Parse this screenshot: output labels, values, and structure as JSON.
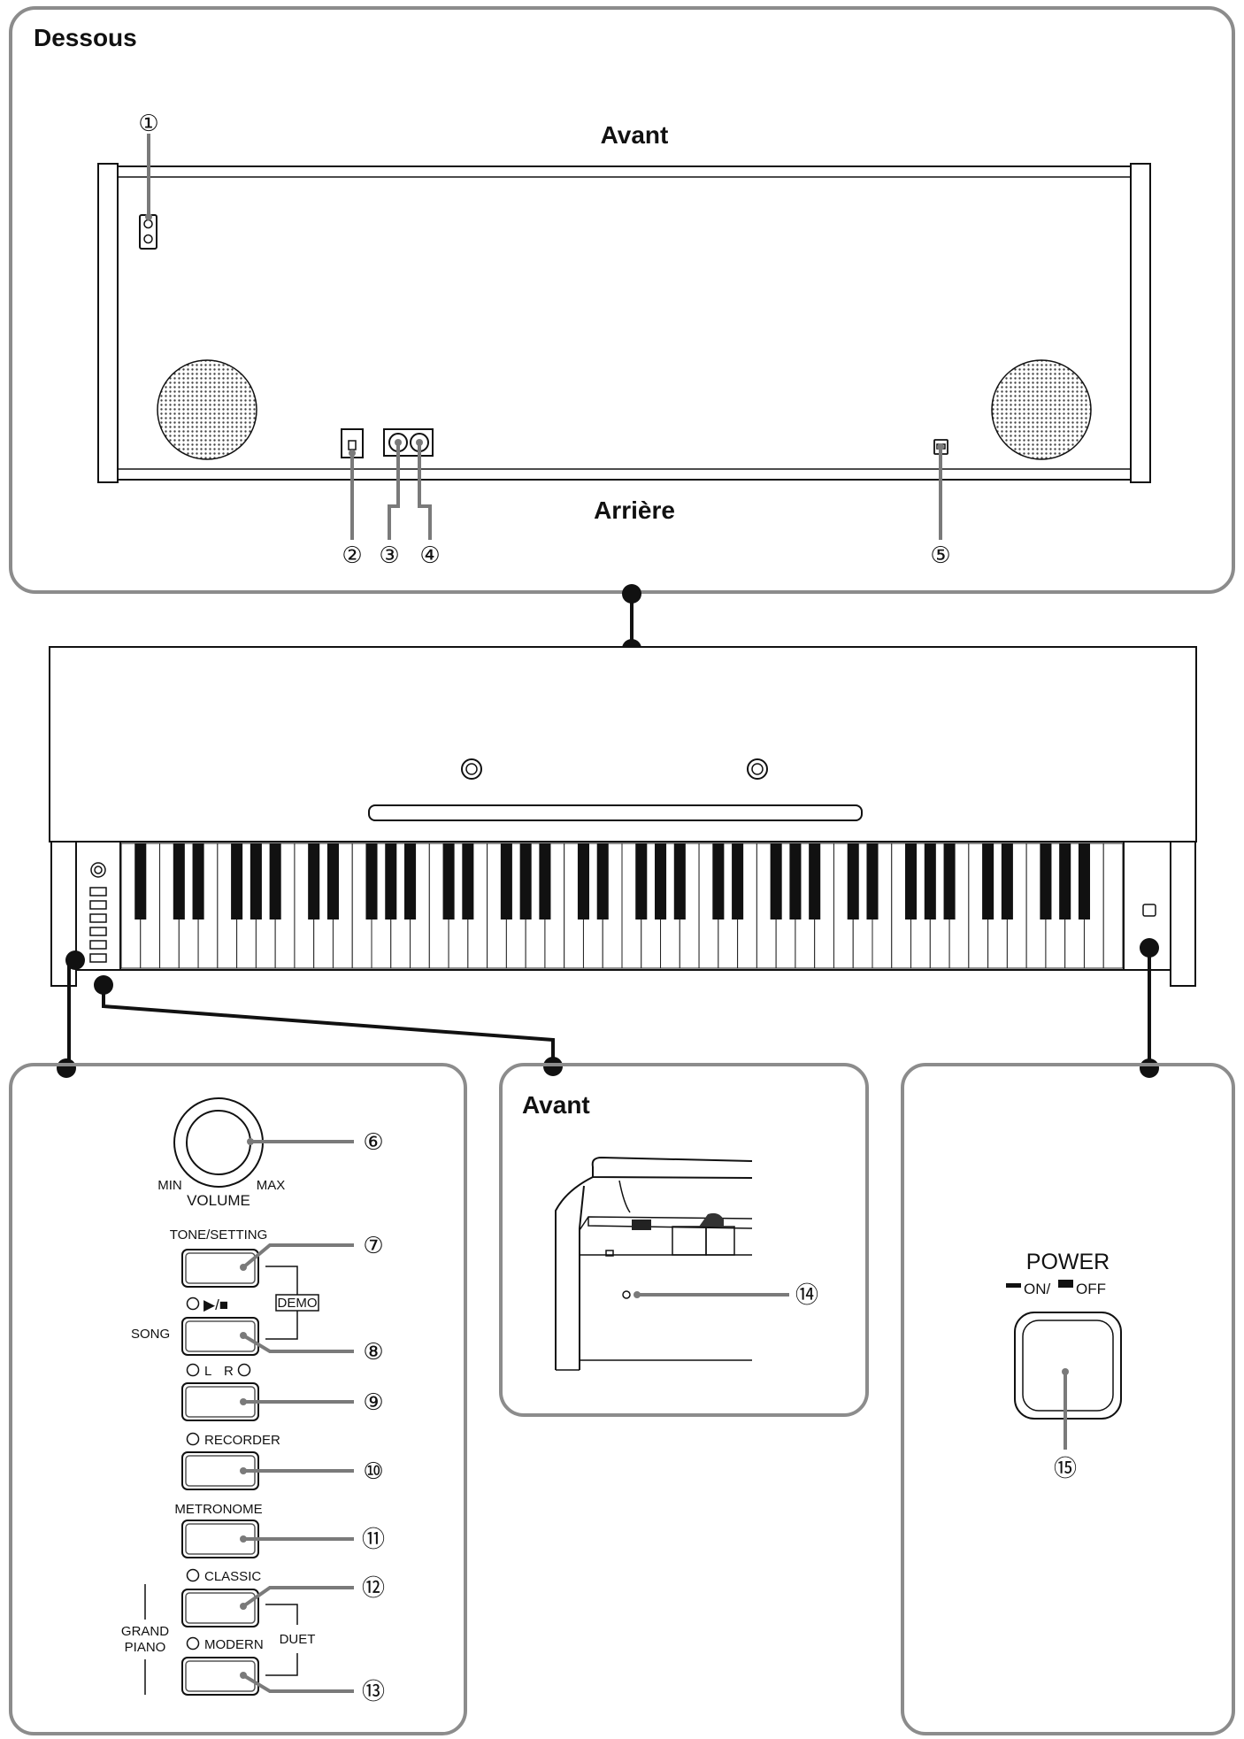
{
  "sections": {
    "bottom_title": "Dessous",
    "front_top": "Avant",
    "rear": "Arrière",
    "front_panel_title": "Avant"
  },
  "callouts": [
    "①",
    "②",
    "③",
    "④",
    "⑤",
    "⑥",
    "⑦",
    "⑧",
    "⑨",
    "⑩",
    "⑪",
    "⑫",
    "⑬",
    "⑭",
    "⑮"
  ],
  "controls": {
    "volume": "VOLUME",
    "min": "MIN",
    "max": "MAX",
    "tone_setting": "TONE/SETTING",
    "play_stop": "▶/■",
    "demo": "DEMO",
    "song": "SONG",
    "l": "L",
    "r": "R",
    "recorder": "RECORDER",
    "metronome": "METRONOME",
    "classic": "CLASSIC",
    "modern": "MODERN",
    "grand": "GRAND",
    "piano": "PIANO",
    "duet": "DUET",
    "power": "POWER",
    "power_on": "ON/",
    "power_off": "OFF"
  }
}
